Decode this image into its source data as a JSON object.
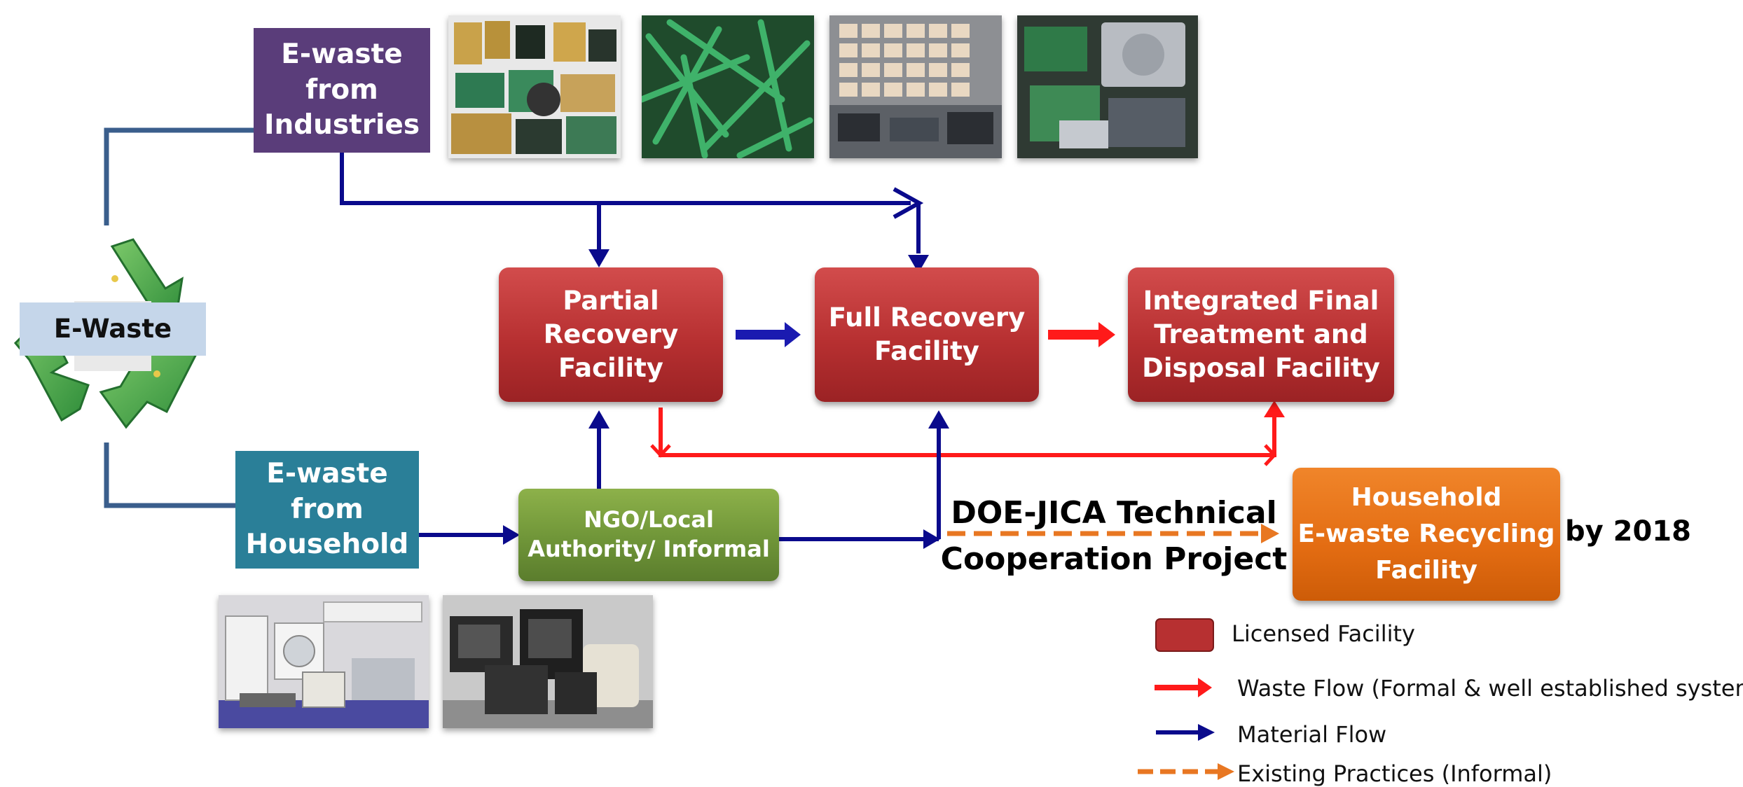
{
  "title": "",
  "hub": {
    "label": "E-Waste"
  },
  "sources": {
    "industries": "E-waste\nfrom\nIndustries",
    "household": "E-waste\nfrom\nHousehold"
  },
  "facilities": {
    "partial": "Partial\nRecovery\nFacility",
    "full": "Full Recovery\nFacility",
    "final": "Integrated Final\nTreatment and\nDisposal Facility"
  },
  "ngo": "NGO/Local\nAuthority/ Informal",
  "household_facility": "Household\nE-waste Recycling\nFacility",
  "project_label": "DOE-JICA Technical\nCooperation Project",
  "target_year": "by 2018",
  "legend": {
    "licensed": "Licensed Facility",
    "waste_flow": "Waste Flow (Formal & well established system)",
    "material_flow": "Material Flow",
    "existing": "Existing Practices (Informal)"
  },
  "colors": {
    "waste_flow": "#ff1a1a",
    "material_flow": "#0a0a8c",
    "existing": "#e87722",
    "connector": "#3a5e8c",
    "licensed_facility": "#b73031",
    "industries_box": "#5a3d7a",
    "household_box": "#2a7f98",
    "ngo_box": "#6f9538",
    "household_facility": "#e36c12"
  },
  "nodes": [
    {
      "id": "ewaste",
      "label": "E-Waste"
    },
    {
      "id": "industries",
      "label": "E-waste from Industries"
    },
    {
      "id": "household",
      "label": "E-waste from Household"
    },
    {
      "id": "partial",
      "label": "Partial Recovery Facility"
    },
    {
      "id": "full",
      "label": "Full Recovery Facility"
    },
    {
      "id": "final",
      "label": "Integrated Final Treatment and Disposal Facility"
    },
    {
      "id": "ngo",
      "label": "NGO/Local Authority/ Informal"
    },
    {
      "id": "hhfac",
      "label": "Household E-waste Recycling Facility"
    }
  ],
  "edges": [
    {
      "from": "ewaste",
      "to": "industries",
      "type": "connector"
    },
    {
      "from": "ewaste",
      "to": "household",
      "type": "connector"
    },
    {
      "from": "industries",
      "to": "partial",
      "type": "material_flow"
    },
    {
      "from": "industries",
      "to": "full",
      "type": "material_flow"
    },
    {
      "from": "partial",
      "to": "full",
      "type": "material_flow"
    },
    {
      "from": "full",
      "to": "final",
      "type": "waste_flow"
    },
    {
      "from": "partial",
      "to": "final",
      "type": "waste_flow"
    },
    {
      "from": "household",
      "to": "ngo",
      "type": "material_flow"
    },
    {
      "from": "ngo",
      "to": "partial",
      "type": "material_flow"
    },
    {
      "from": "ngo",
      "to": "full",
      "type": "material_flow"
    },
    {
      "from": "ngo",
      "to": "hhfac",
      "type": "existing"
    }
  ]
}
